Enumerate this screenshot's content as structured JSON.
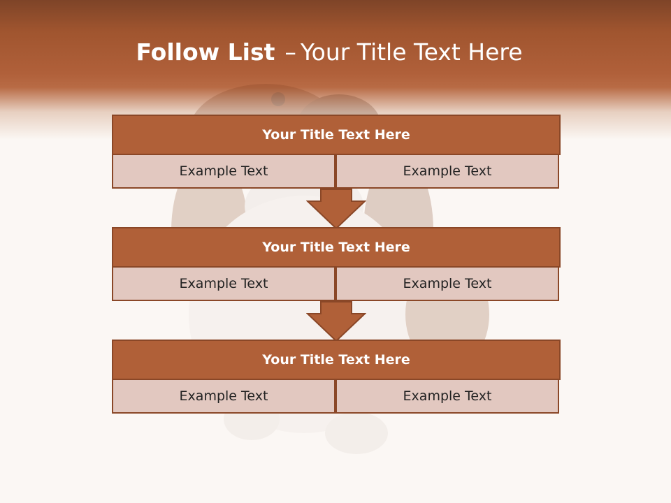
{
  "slide": {
    "title_bold": "Follow List",
    "title_dash": "–",
    "title_rest": "Your Title Text Here"
  },
  "blocks": [
    {
      "title": "Your Title Text Here",
      "left": "Example Text",
      "right": "Example Text"
    },
    {
      "title": "Your Title Text Here",
      "left": "Example Text",
      "right": "Example Text"
    },
    {
      "title": "Your Title Text Here",
      "left": "Example Text",
      "right": "Example Text"
    }
  ],
  "colors": {
    "header_brown": "#b0603a",
    "title_fill": "#b06038",
    "cell_fill": "#e2c8c0",
    "border": "#8a4727",
    "background": "#fbf7f4"
  }
}
